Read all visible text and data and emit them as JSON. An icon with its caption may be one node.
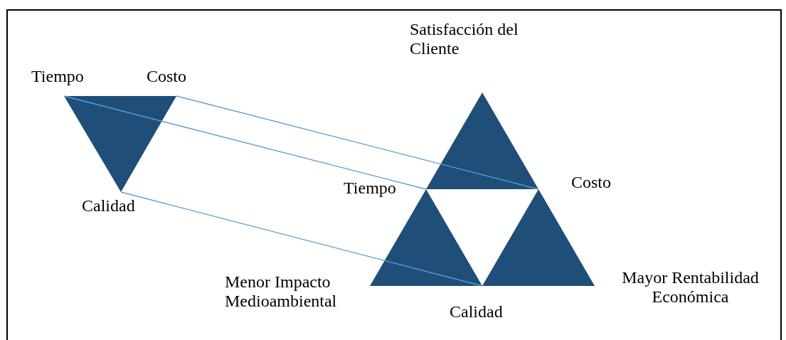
{
  "diagram": {
    "nodes": [
      {
        "text": [
          "Tiempo"
        ]
      },
      {
        "text": [
          "Costo"
        ]
      },
      {
        "text": [
          "Calidad"
        ]
      },
      {
        "text": [
          "Tiempo"
        ]
      },
      {
        "text": [
          "Costo"
        ]
      },
      {
        "text": [
          "Calidad"
        ]
      }
    ],
    "edges": [
      {
        "from": 0,
        "to": 3,
        "arrow": "none"
      },
      {
        "from": 1,
        "to": 4,
        "arrow": "none"
      },
      {
        "from": 2,
        "to": 5,
        "arrow": "none"
      }
    ],
    "labels": [
      "Satisfacción del Cliente",
      "Menor Impacto Medioambiental",
      "Mayor Rentabilidad Económica"
    ]
  }
}
